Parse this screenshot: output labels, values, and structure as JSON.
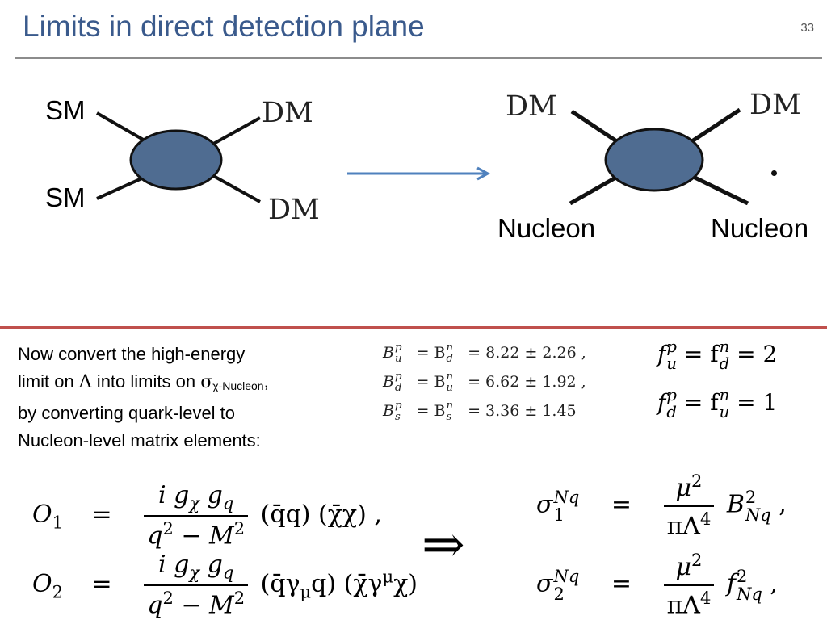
{
  "slide": {
    "title": "Limits in direct detection plane",
    "number": "33"
  },
  "diagram_left": {
    "sm_top": "SM",
    "sm_bottom": "SM",
    "dm_top": "DM",
    "dm_bottom": "DM"
  },
  "diagram_right": {
    "dm_left": "DM",
    "dm_right": "DM",
    "nucleon_left": "Nucleon",
    "nucleon_right": "Nucleon"
  },
  "colors": {
    "title": "#3A5A8C",
    "blob": "#4F6C91",
    "arrow": "#4F81BD",
    "top_rule": "#8C8C8C",
    "mid_rule": "#C0504D"
  },
  "text": {
    "line1": "Now convert the high-energy",
    "line2_a": "limit on ",
    "line2_lambda": "Λ",
    "line2_b": " into limits on ",
    "line2_sigma": "σ",
    "line2_sub": "χ-Nucleon",
    "line2_comma": ",",
    "line3": "by converting quark-level to",
    "line4": "Nucleon-level matrix elements:"
  },
  "coefficients": [
    {
      "lhs": "B",
      "lhs_sup": "p",
      "lhs_sub": "u",
      "mid": "= B",
      "mid_sup": "n",
      "mid_sub": "d",
      "val": "= 8.22 ± 2.26 ,"
    },
    {
      "lhs": "B",
      "lhs_sup": "p",
      "lhs_sub": "d",
      "mid": "= B",
      "mid_sup": "n",
      "mid_sub": "u",
      "val": "= 6.62 ± 1.92 ,"
    },
    {
      "lhs": "B",
      "lhs_sup": "p",
      "lhs_sub": "s",
      "mid": "= B",
      "mid_sup": "n",
      "mid_sub": "s",
      "val": "= 3.36 ± 1.45"
    }
  ],
  "fractions": [
    {
      "a": "f",
      "a_sup": "p",
      "a_sub": "u",
      "b": "= f",
      "b_sup": "n",
      "b_sub": "d",
      "val": "= 2"
    },
    {
      "a": "f",
      "a_sup": "p",
      "a_sub": "d",
      "b": "= f",
      "b_sup": "n",
      "b_sub": "u",
      "val": "= 1"
    }
  ],
  "operators": [
    {
      "lhs": "O",
      "lhs_sub": "1",
      "eq": "=",
      "num": "i g",
      "num_sub1": "χ",
      "num_g2": " g",
      "num_sub2": "q",
      "den": "q",
      "den_sup": "2",
      "den_rest": " − M",
      "den_sup2": "2",
      "tail": "(q̄q) (χ̄χ) ,"
    },
    {
      "lhs": "O",
      "lhs_sub": "2",
      "eq": "=",
      "num": "i g",
      "num_sub1": "χ",
      "num_g2": " g",
      "num_sub2": "q",
      "den": "q",
      "den_sup": "2",
      "den_rest": " − M",
      "den_sup2": "2",
      "tail": "(q̄γ",
      "tail_sub": "μ",
      "tail_b": "q) (χ̄γ",
      "tail_sup": "μ",
      "tail_c": "χ)"
    }
  ],
  "implies": "⇒",
  "cross_sections": [
    {
      "sigma": "σ",
      "sup": "Nq",
      "sub": "1",
      "eq": "=",
      "num": "μ",
      "num_sup": "2",
      "den": "πΛ",
      "den_sup": "4",
      "coef": "B",
      "coef_sup": "2",
      "coef_sub": "Nq",
      "tail": " ,"
    },
    {
      "sigma": "σ",
      "sup": "Nq",
      "sub": "2",
      "eq": "=",
      "num": "μ",
      "num_sup": "2",
      "den": "πΛ",
      "den_sup": "4",
      "coef": "f",
      "coef_sup": "2",
      "coef_sub": "Nq",
      "tail": " ,"
    }
  ]
}
